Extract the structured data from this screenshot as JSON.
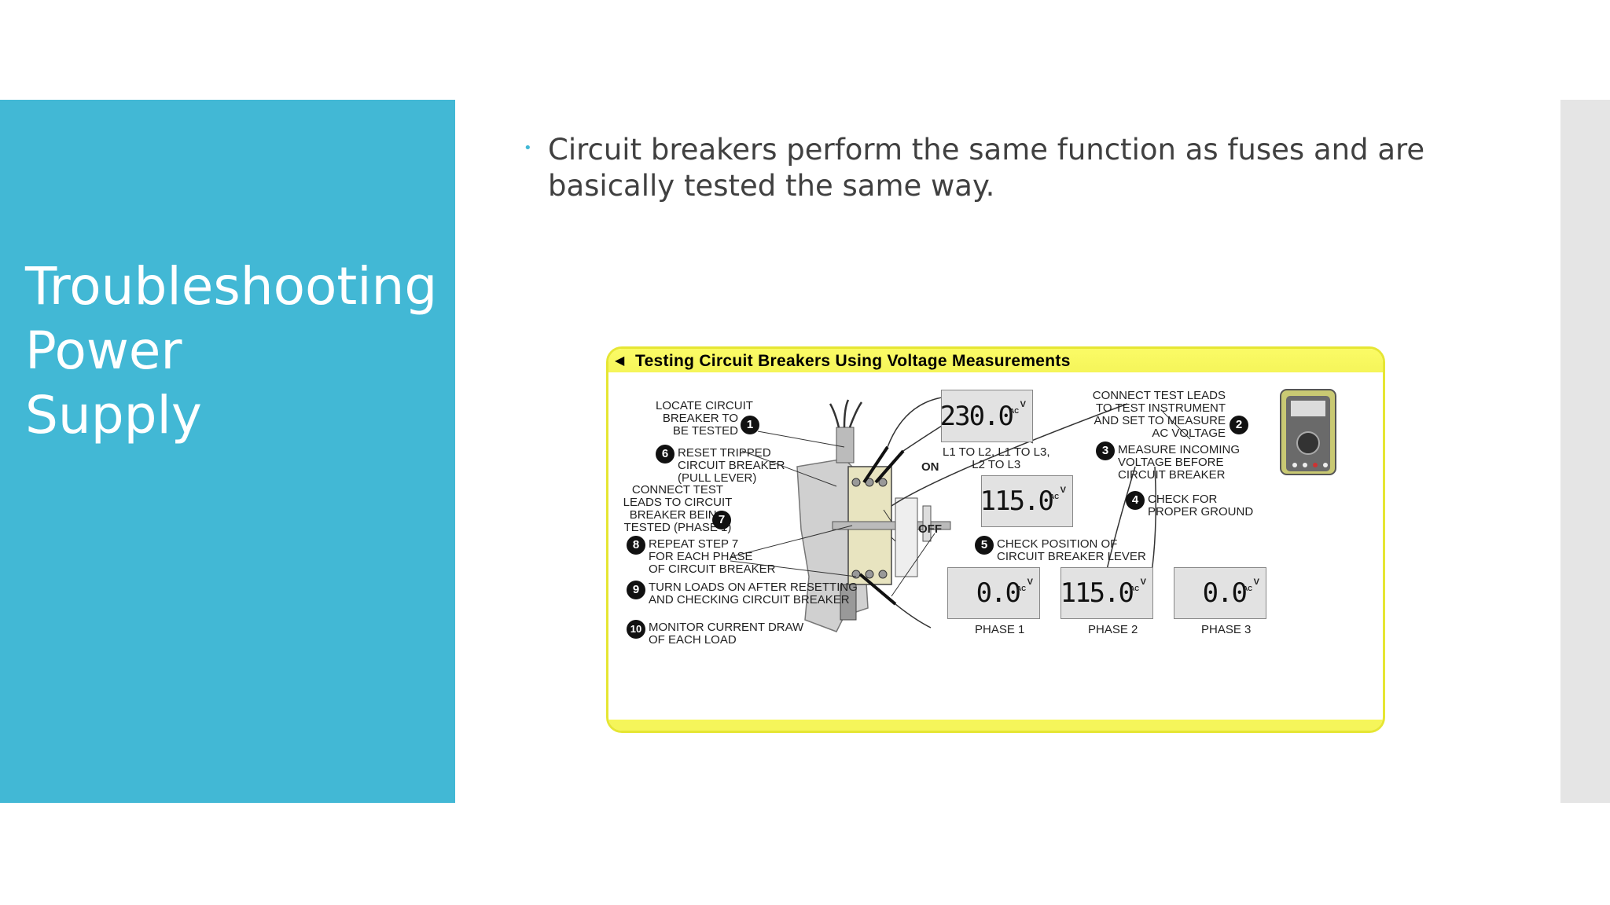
{
  "slide": {
    "title_lines": [
      "Troubleshooting",
      "Power",
      "Supply"
    ],
    "bullet_lines": [
      "Circuit breakers perform the same function as fuses and are",
      "basically tested the same way."
    ]
  },
  "colors": {
    "panel": "#42b8d5",
    "figure_border": "#e6e633",
    "strip": "#e5e5e5"
  },
  "figure": {
    "title": "Testing Circuit Breakers Using Voltage Measurements",
    "steps": [
      {
        "num": "1",
        "lines": [
          "LOCATE CIRCUIT",
          "BREAKER TO",
          "BE TESTED"
        ]
      },
      {
        "num": "2",
        "lines": [
          "CONNECT TEST LEADS",
          "TO TEST INSTRUMENT",
          "AND SET TO MEASURE",
          "AC VOLTAGE"
        ]
      },
      {
        "num": "3",
        "lines": [
          "MEASURE INCOMING",
          "VOLTAGE BEFORE",
          "CIRCUIT BREAKER"
        ]
      },
      {
        "num": "4",
        "lines": [
          "CHECK FOR",
          "PROPER GROUND"
        ]
      },
      {
        "num": "5",
        "lines": [
          "CHECK POSITION OF",
          "CIRCUIT BREAKER LEVER"
        ]
      },
      {
        "num": "6",
        "lines": [
          "RESET TRIPPED",
          "CIRCUIT BREAKER",
          "(PULL LEVER)"
        ]
      },
      {
        "num": "7",
        "lines": [
          "CONNECT TEST",
          "LEADS TO CIRCUIT",
          "BREAKER BEING",
          "TESTED (PHASE 1)"
        ]
      },
      {
        "num": "8",
        "lines": [
          "REPEAT STEP 7",
          "FOR EACH PHASE",
          "OF CIRCUIT BREAKER"
        ]
      },
      {
        "num": "9",
        "lines": [
          "TURN LOADS ON AFTER RESETTING",
          "AND CHECKING CIRCUIT BREAKER"
        ]
      },
      {
        "num": "10",
        "lines": [
          "MONITOR CURRENT DRAW",
          "OF EACH LOAD"
        ]
      }
    ],
    "incoming_caption": [
      "L1 TO L2, L1 TO L3,",
      "L2 TO L3"
    ],
    "on_label": "ON",
    "off_label": "OFF",
    "unit_ac": "AC",
    "unit_v": "V",
    "readings": {
      "incoming": "230.0",
      "ground": "115.0",
      "phases": [
        {
          "label": "PHASE 1",
          "value": "0.0"
        },
        {
          "label": "PHASE 2",
          "value": "115.0"
        },
        {
          "label": "PHASE 3",
          "value": "0.0"
        }
      ]
    }
  }
}
